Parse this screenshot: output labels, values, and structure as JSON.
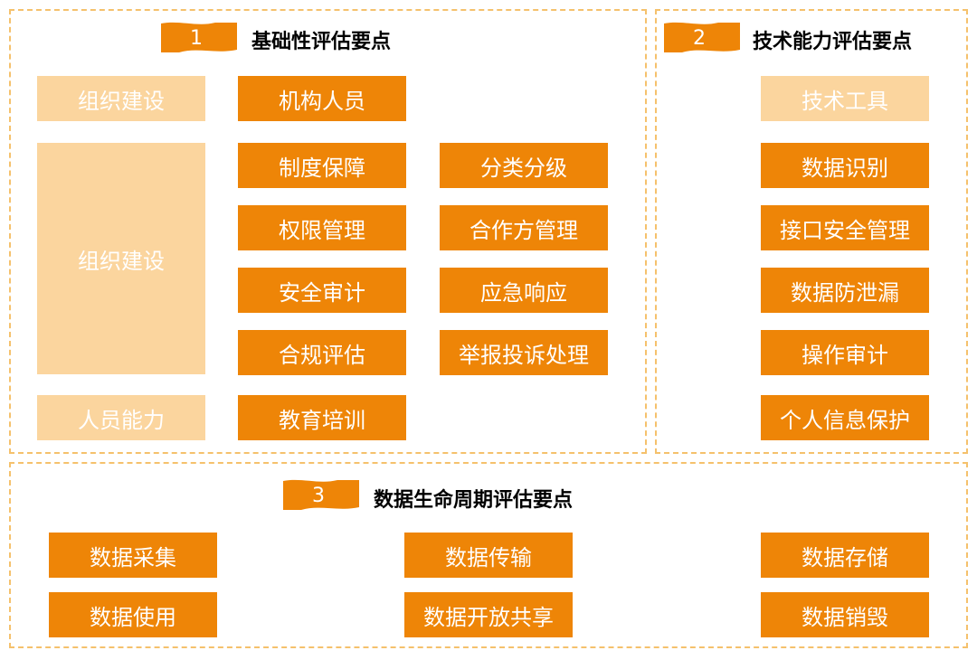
{
  "colors": {
    "accent": "#ee8507",
    "light": "#fbd59e",
    "border": "#f5c16c"
  },
  "sections": {
    "s1": {
      "number": "1",
      "title": "基础性评估要点",
      "categories": [
        "组织建设",
        "组织建设",
        "人员能力"
      ],
      "items": [
        "机构人员",
        "制度保障",
        "分类分级",
        "权限管理",
        "合作方管理",
        "安全审计",
        "应急响应",
        "合规评估",
        "举报投诉处理",
        "教育培训"
      ]
    },
    "s2": {
      "number": "2",
      "title": "技术能力评估要点",
      "category": "技术工具",
      "items": [
        "数据识别",
        "接口安全管理",
        "数据防泄漏",
        "操作审计",
        "个人信息保护"
      ]
    },
    "s3": {
      "number": "3",
      "title": "数据生命周期评估要点",
      "items": [
        "数据采集",
        "数据传输",
        "数据存储",
        "数据使用",
        "数据开放共享",
        "数据销毁"
      ]
    }
  }
}
